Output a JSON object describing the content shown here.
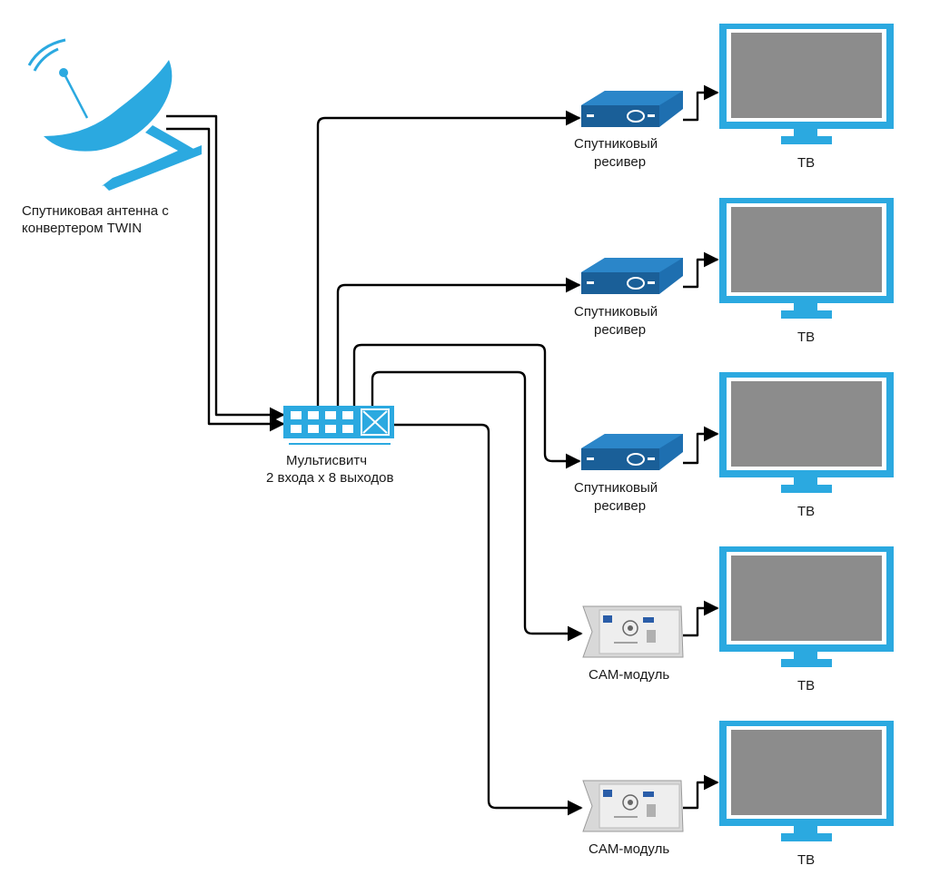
{
  "antenna": {
    "label_line1": "Спутниковая антенна с",
    "label_line2": "конвертером TWIN",
    "icon": "satellite-dish-icon"
  },
  "multiswitch": {
    "label_line1": "Мультисвитч",
    "label_line2": "2 входа x 8 выходов",
    "icon": "multiswitch-icon"
  },
  "receivers": [
    {
      "label_line1": "Спутниковый",
      "label_line2": "ресивер"
    },
    {
      "label_line1": "Спутниковый",
      "label_line2": "ресивер"
    },
    {
      "label_line1": "Спутниковый",
      "label_line2": "ресивер"
    }
  ],
  "cam_modules": [
    {
      "label": "CAM-модуль"
    },
    {
      "label": "CAM-модуль"
    }
  ],
  "tvs": [
    {
      "label": "ТВ"
    },
    {
      "label": "ТВ"
    },
    {
      "label": "ТВ"
    },
    {
      "label": "ТВ"
    },
    {
      "label": "ТВ"
    }
  ],
  "colors": {
    "accent": "#2ba9e0",
    "receiver": "#1e6fb0",
    "screen": "#8c8c8c",
    "wire": "#000000"
  }
}
